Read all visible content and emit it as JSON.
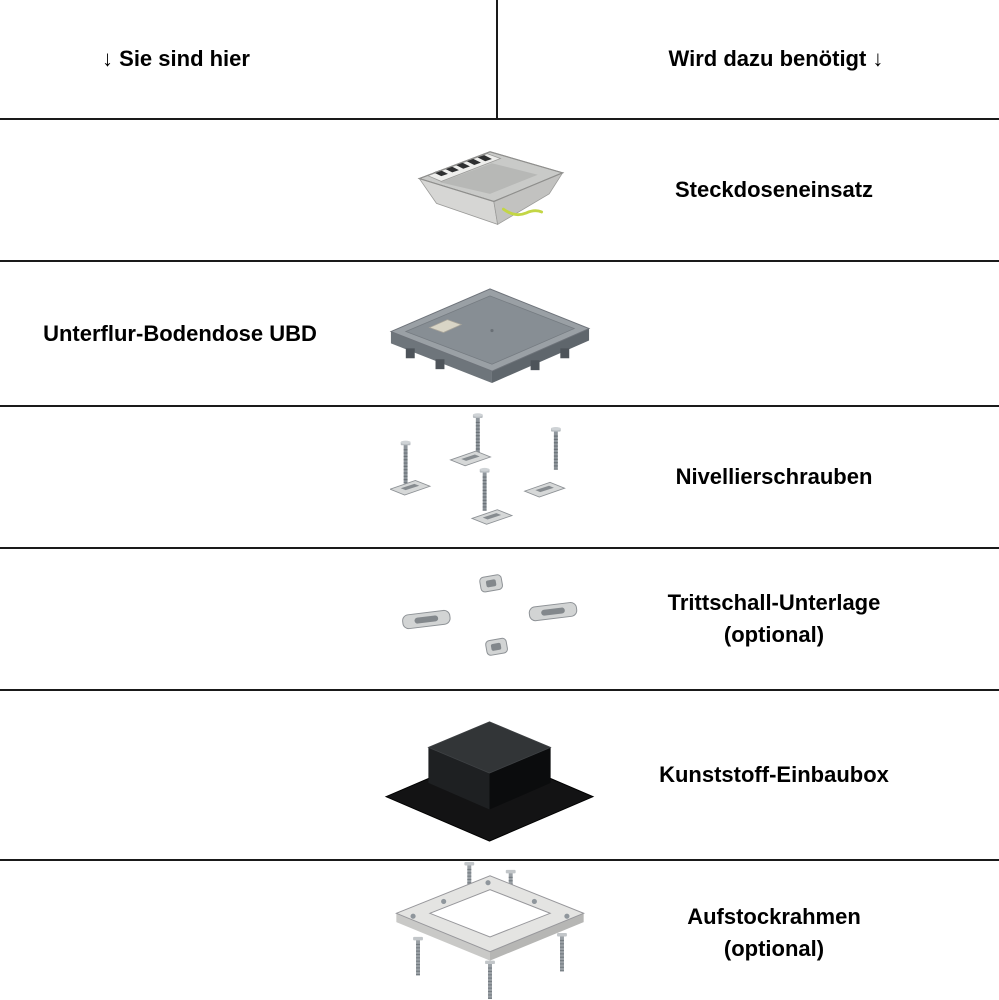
{
  "header": {
    "left": "↓ Sie sind hier",
    "right": "Wird dazu benötigt ↓"
  },
  "rows": [
    {
      "label": "Steckdoseneinsatz",
      "label2": "",
      "image": "steckdoseneinsatz"
    },
    {
      "label": "Unterflur-Bodendose UBD",
      "label2": "",
      "image": "unterflur-bodendose-ubd"
    },
    {
      "label": "Nivellierschrauben",
      "label2": "",
      "image": "nivellierschrauben"
    },
    {
      "label": "Trittschall-Unterlage",
      "label2": "(optional)",
      "image": "trittschall-unterlage"
    },
    {
      "label": "Kunststoff-Einbaubox",
      "label2": "",
      "image": "kunststoff-einbaubox"
    },
    {
      "label": "Aufstockrahmen",
      "label2": "(optional)",
      "image": "aufstockrahmen"
    }
  ],
  "colors": {
    "line": "#1a1a1a",
    "text": "#000000",
    "background": "#ffffff"
  }
}
